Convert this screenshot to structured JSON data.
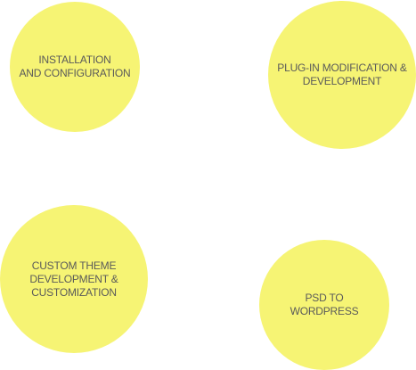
{
  "theme": {
    "circle_color": "#f6f474",
    "text_color": "#5a5a5a"
  },
  "services": [
    {
      "label": "INSTALLATION\nAND CONFIGURATION"
    },
    {
      "label": "PLUG-IN MODIFICATION &\nDEVELOPMENT"
    },
    {
      "label": "CUSTOM THEME\nDEVELOPMENT &\nCUSTOMIZATION"
    },
    {
      "label": "PSD TO\nWORDPRESS"
    }
  ]
}
